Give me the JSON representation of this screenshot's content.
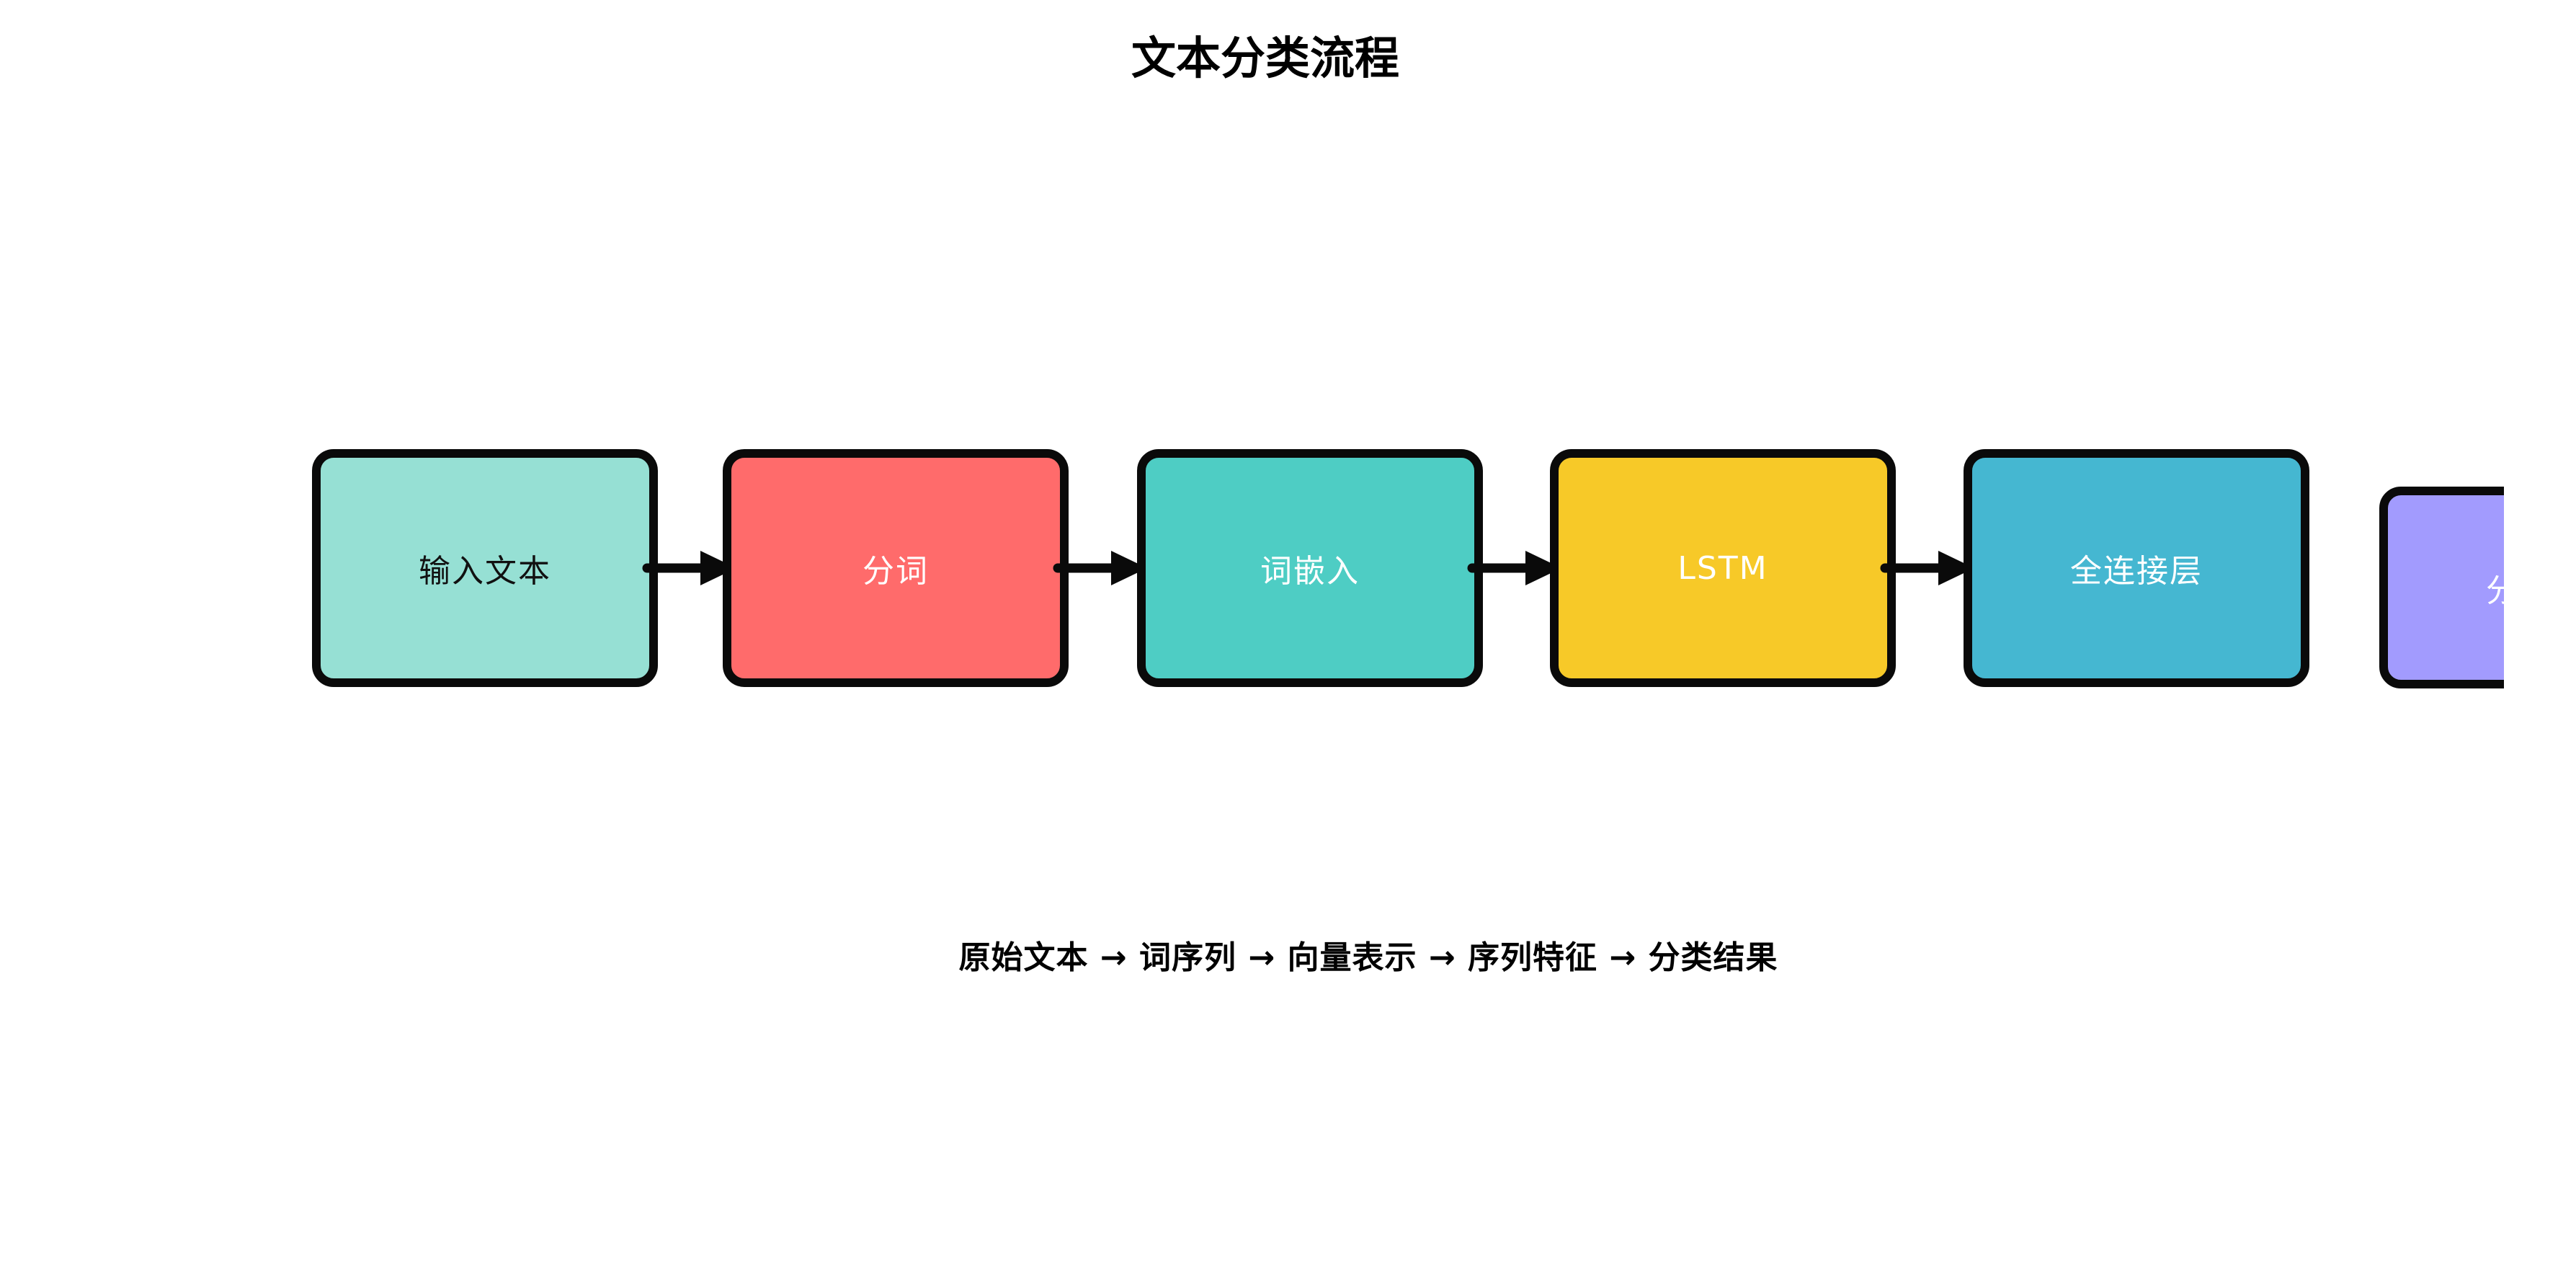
{
  "diagram": {
    "title": "文本分类流程",
    "summary": "原始文本 → 词序列 → 向量表示 → 序列特征 → 分类结果",
    "background": "#FFFFFF",
    "line_color": "#0A0A0A",
    "nodes": [
      {
        "label": "输入文本",
        "bg": "#96E0D4",
        "fg": "#111111"
      },
      {
        "label": "分词",
        "bg": "#FF6B6B",
        "fg": "#FFFFFF"
      },
      {
        "label": "词嵌入",
        "bg": "#4ECDC4",
        "fg": "#FFFFFF"
      },
      {
        "label": "LSTM",
        "bg": "#F7C928",
        "fg": "#FFFFFF"
      },
      {
        "label": "全连接层",
        "bg": "#45B7D1",
        "fg": "#FFFFFF"
      },
      {
        "label": "分类结果",
        "bg": "#A29BFE",
        "fg": "#FFFFFF"
      }
    ]
  }
}
